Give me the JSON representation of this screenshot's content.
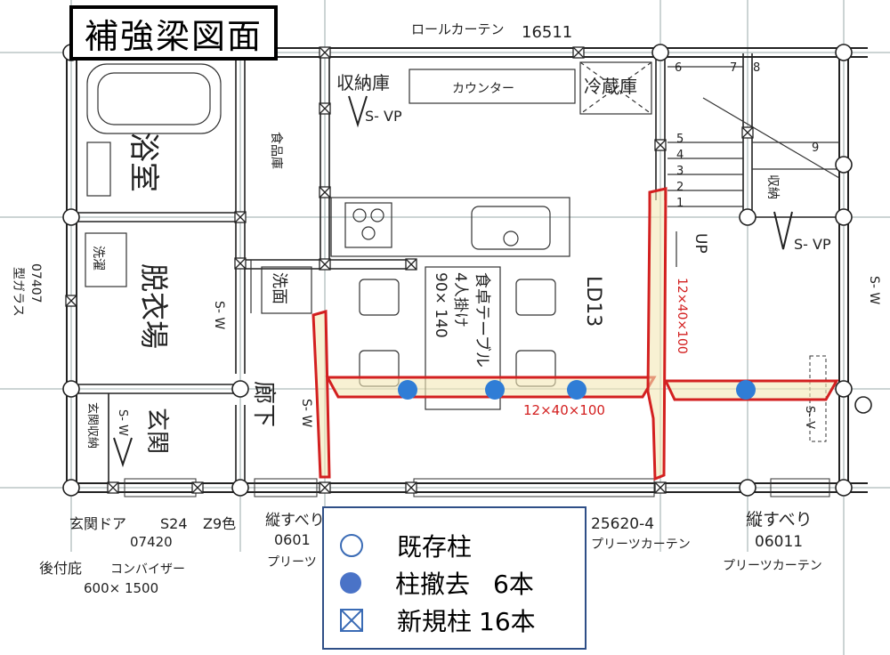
{
  "title": "補強梁図面",
  "legend": {
    "existing_column": "既存柱",
    "removed_column": "柱撤去",
    "removed_count": "6本",
    "new_column": "新規柱",
    "new_count": "16本"
  },
  "plan_labels": {
    "roll_curtain": "ロールカーテン",
    "code_16511": "16511",
    "storage": "収納庫",
    "counter": "カウンター",
    "fridge": "冷蔵庫",
    "svp_1": "S- VP",
    "svp_2": "S- VP",
    "bath": "浴室",
    "pantry": "食品庫",
    "dining_table": "食卓テーブル",
    "table_spec_1": "4人掛け",
    "table_spec_2": "90× 140",
    "ldk": "LD13",
    "beam_h": "12×40×100",
    "beam_v": "12×40×100",
    "wash": "洗濯",
    "washstand": "洗面",
    "dressing": "脱衣場",
    "corridor": "廊下",
    "entrance": "玄関",
    "entrance_storage": "玄関収納",
    "sw_1": "S- W",
    "sw_2": "S- W",
    "sw_3": "S- W",
    "sw_4": "S- W",
    "sv": "S- V",
    "storage_small": "収納",
    "up": "UP",
    "left_code": "07407",
    "left_glass": "型ガラス",
    "door_label": "玄関ドア",
    "s24": "S24",
    "z9": "Z9色",
    "code_07420": "07420",
    "after_install": "後付庇",
    "combi": "コンバイザー",
    "size_600": "600× 1500",
    "vertical_slide_1": "縦すべり",
    "code_0601_a": "0601",
    "pleats_1": "プリーツ",
    "code_25620": "25620-4",
    "pleats_curtain_1": "プリーツカーテン",
    "vertical_slide_2": "縦すべり",
    "code_06011": "06011",
    "pleats_curtain_2": "プリーツカーテン",
    "stair_nums": [
      "1",
      "2",
      "3",
      "4",
      "5",
      "6",
      "7",
      "8",
      "9"
    ]
  },
  "colors": {
    "beam_red": "#d32020",
    "beam_fill": "#f3e7b6",
    "removed_blue": "#2f7dd6",
    "legend_border": "#2f4f87",
    "line": "#222222"
  }
}
